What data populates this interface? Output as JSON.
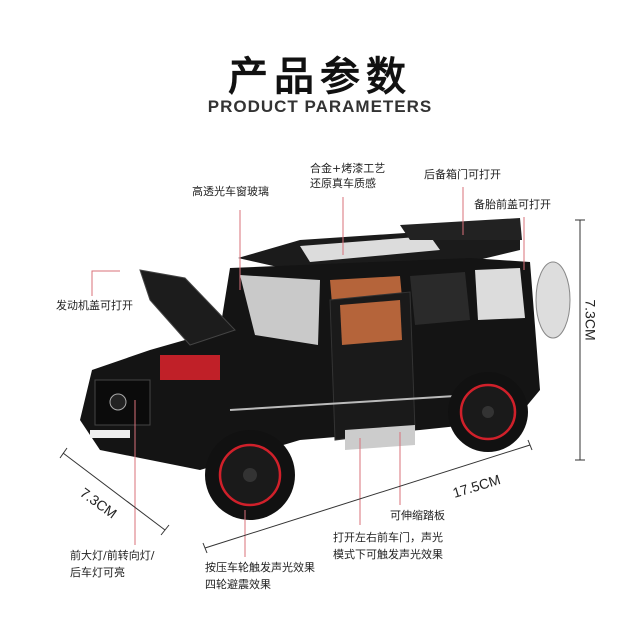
{
  "header": {
    "title": "产品参数",
    "subtitle": "PRODUCT PARAMETERS"
  },
  "callouts": {
    "window_glass": "高透光车窗玻璃",
    "alloy_line1": "合金+烤漆工艺",
    "alloy_line2": "还原真车质感",
    "trunk_door": "后备箱门可打开",
    "spare_tire": "备胎前盖可打开",
    "hood": "发动机盖可打开",
    "step": "可伸缩踏板",
    "doors_line1": "打开左右前车门，声光",
    "doors_line2": "模式下可触发声光效果",
    "wheel_line1": "按压车轮触发声光效果",
    "wheel_line2": "四轮避震效果",
    "lights_line1": "前大灯/前转向灯/",
    "lights_line2": "后车灯可亮"
  },
  "dimensions": {
    "height": "7.3CM",
    "width": "7.3CM",
    "length": "17.5CM"
  },
  "colors": {
    "callout_line": "#d9707a",
    "body": "#141414",
    "rim_accent": "#d0202a",
    "interior": "#b5643a"
  }
}
